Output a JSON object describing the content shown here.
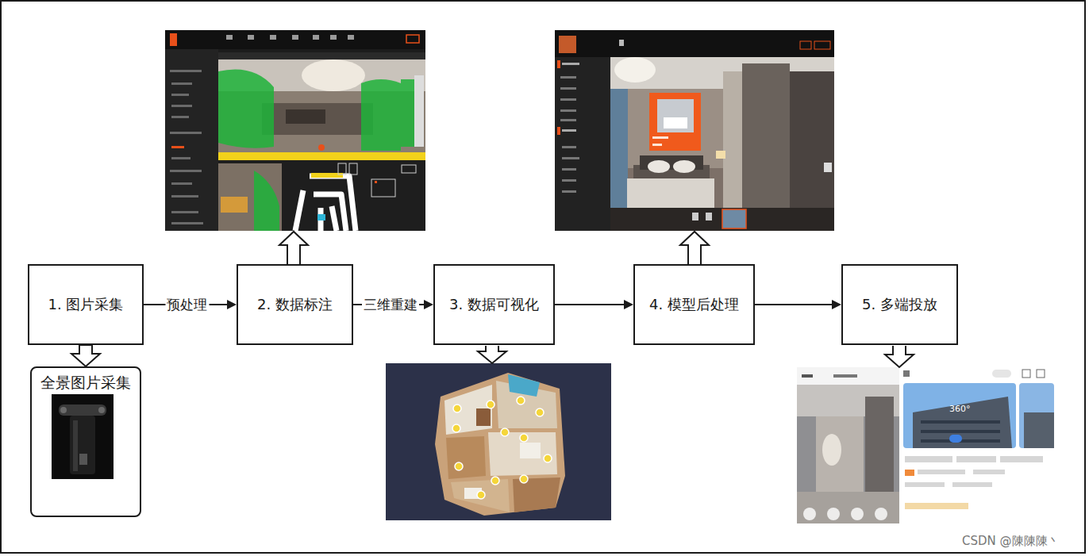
{
  "diagram": {
    "nodes": [
      {
        "text": [
          "1. 图片采集"
        ]
      },
      {
        "text": [
          "2. 数据标注"
        ]
      },
      {
        "text": [
          "3. 数据可视化"
        ]
      },
      {
        "text": [
          "4. 模型后处理"
        ]
      },
      {
        "text": [
          "5. 多端投放"
        ]
      },
      {
        "text": [
          "全景图片采集"
        ]
      }
    ],
    "edges": [
      {
        "from": 0,
        "to": 1,
        "label": "预处理",
        "arrow": "to"
      },
      {
        "from": 1,
        "to": 2,
        "label": "三维重建",
        "arrow": "to"
      },
      {
        "from": 2,
        "to": 3,
        "arrow": "to"
      },
      {
        "from": 3,
        "to": 4,
        "arrow": "to"
      },
      {
        "from": 0,
        "to": 5,
        "arrow": "to"
      }
    ],
    "labels": [
      "360°",
      "CSDN @陳陳陳丶"
    ]
  }
}
